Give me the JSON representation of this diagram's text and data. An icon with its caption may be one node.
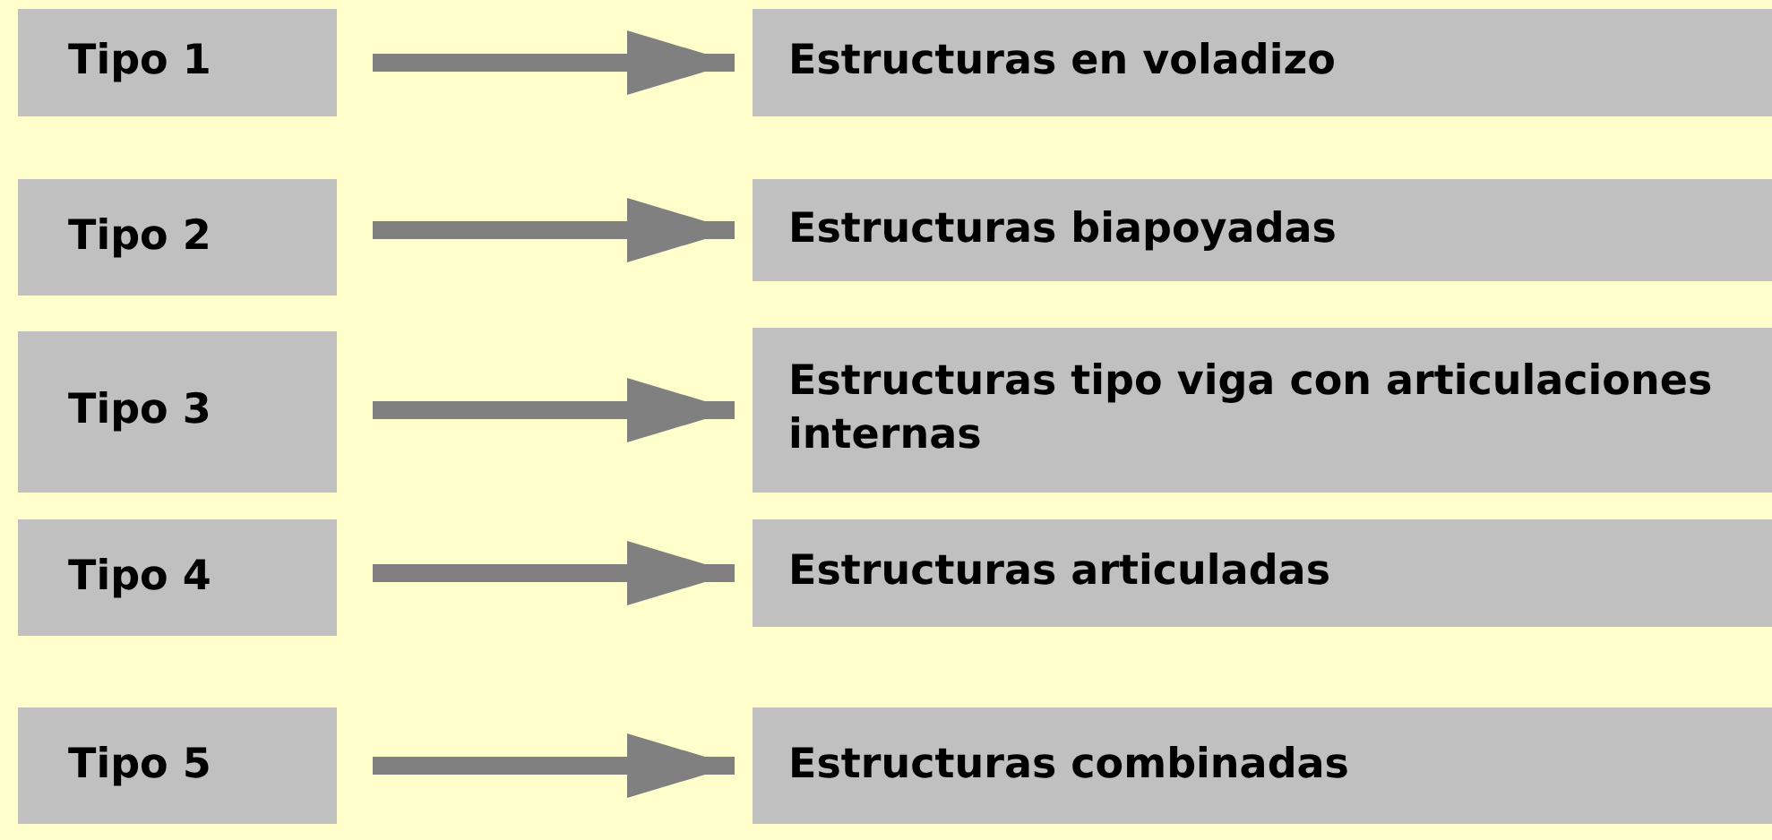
{
  "diagram": {
    "nodes": [
      {
        "text": [
          "Tipo 1"
        ]
      },
      {
        "text": [
          "Estructuras en voladizo"
        ]
      },
      {
        "text": [
          "Tipo 2"
        ]
      },
      {
        "text": [
          "Estructuras biapoyadas"
        ]
      },
      {
        "text": [
          "Tipo 3"
        ]
      },
      {
        "text": [
          "Estructuras tipo viga con articulaciones internas"
        ]
      },
      {
        "text": [
          "Tipo 4"
        ]
      },
      {
        "text": [
          "Estructuras articuladas"
        ]
      },
      {
        "text": [
          "Tipo 5"
        ]
      },
      {
        "text": [
          "Estructuras combinadas"
        ]
      }
    ],
    "edges": [
      {
        "from": 0,
        "to": 1,
        "arrow": "to"
      },
      {
        "from": 2,
        "to": 3,
        "arrow": "to"
      },
      {
        "from": 4,
        "to": 5,
        "arrow": "to"
      },
      {
        "from": 6,
        "to": 7,
        "arrow": "to"
      },
      {
        "from": 8,
        "to": 9,
        "arrow": "to"
      }
    ]
  }
}
